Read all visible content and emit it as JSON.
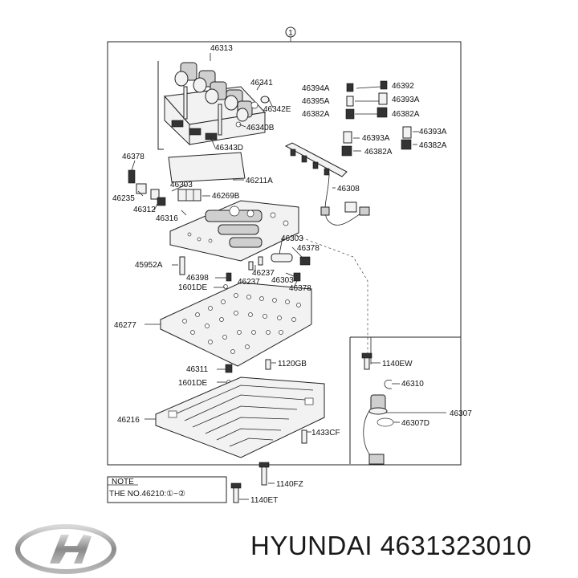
{
  "diagram": {
    "assembly_number": "1",
    "labels": [
      "46313",
      "46341",
      "46342E",
      "46340B",
      "46343D",
      "46394A",
      "46392",
      "46395A",
      "46393A",
      "46382A",
      "46382A",
      "46393A",
      "46393A",
      "46382A",
      "46382A",
      "46378",
      "46303",
      "46211A",
      "46235",
      "46269B",
      "46312",
      "46316",
      "46308",
      "46303",
      "46378",
      "45952A",
      "46237",
      "46398",
      "46237",
      "1601DE",
      "46303",
      "46378",
      "46277",
      "46311",
      "1120GB",
      "1601DE",
      "1140EW",
      "46310",
      "46216",
      "46307",
      "46307D",
      "1433CF",
      "1140FZ",
      "1140ET"
    ],
    "note": {
      "title": "NOTE",
      "text": "THE NO.46210:①~②"
    }
  },
  "footer": {
    "brand": "HYUNDAI",
    "part_number": "4631323010",
    "logo": "hyundai-logo"
  }
}
